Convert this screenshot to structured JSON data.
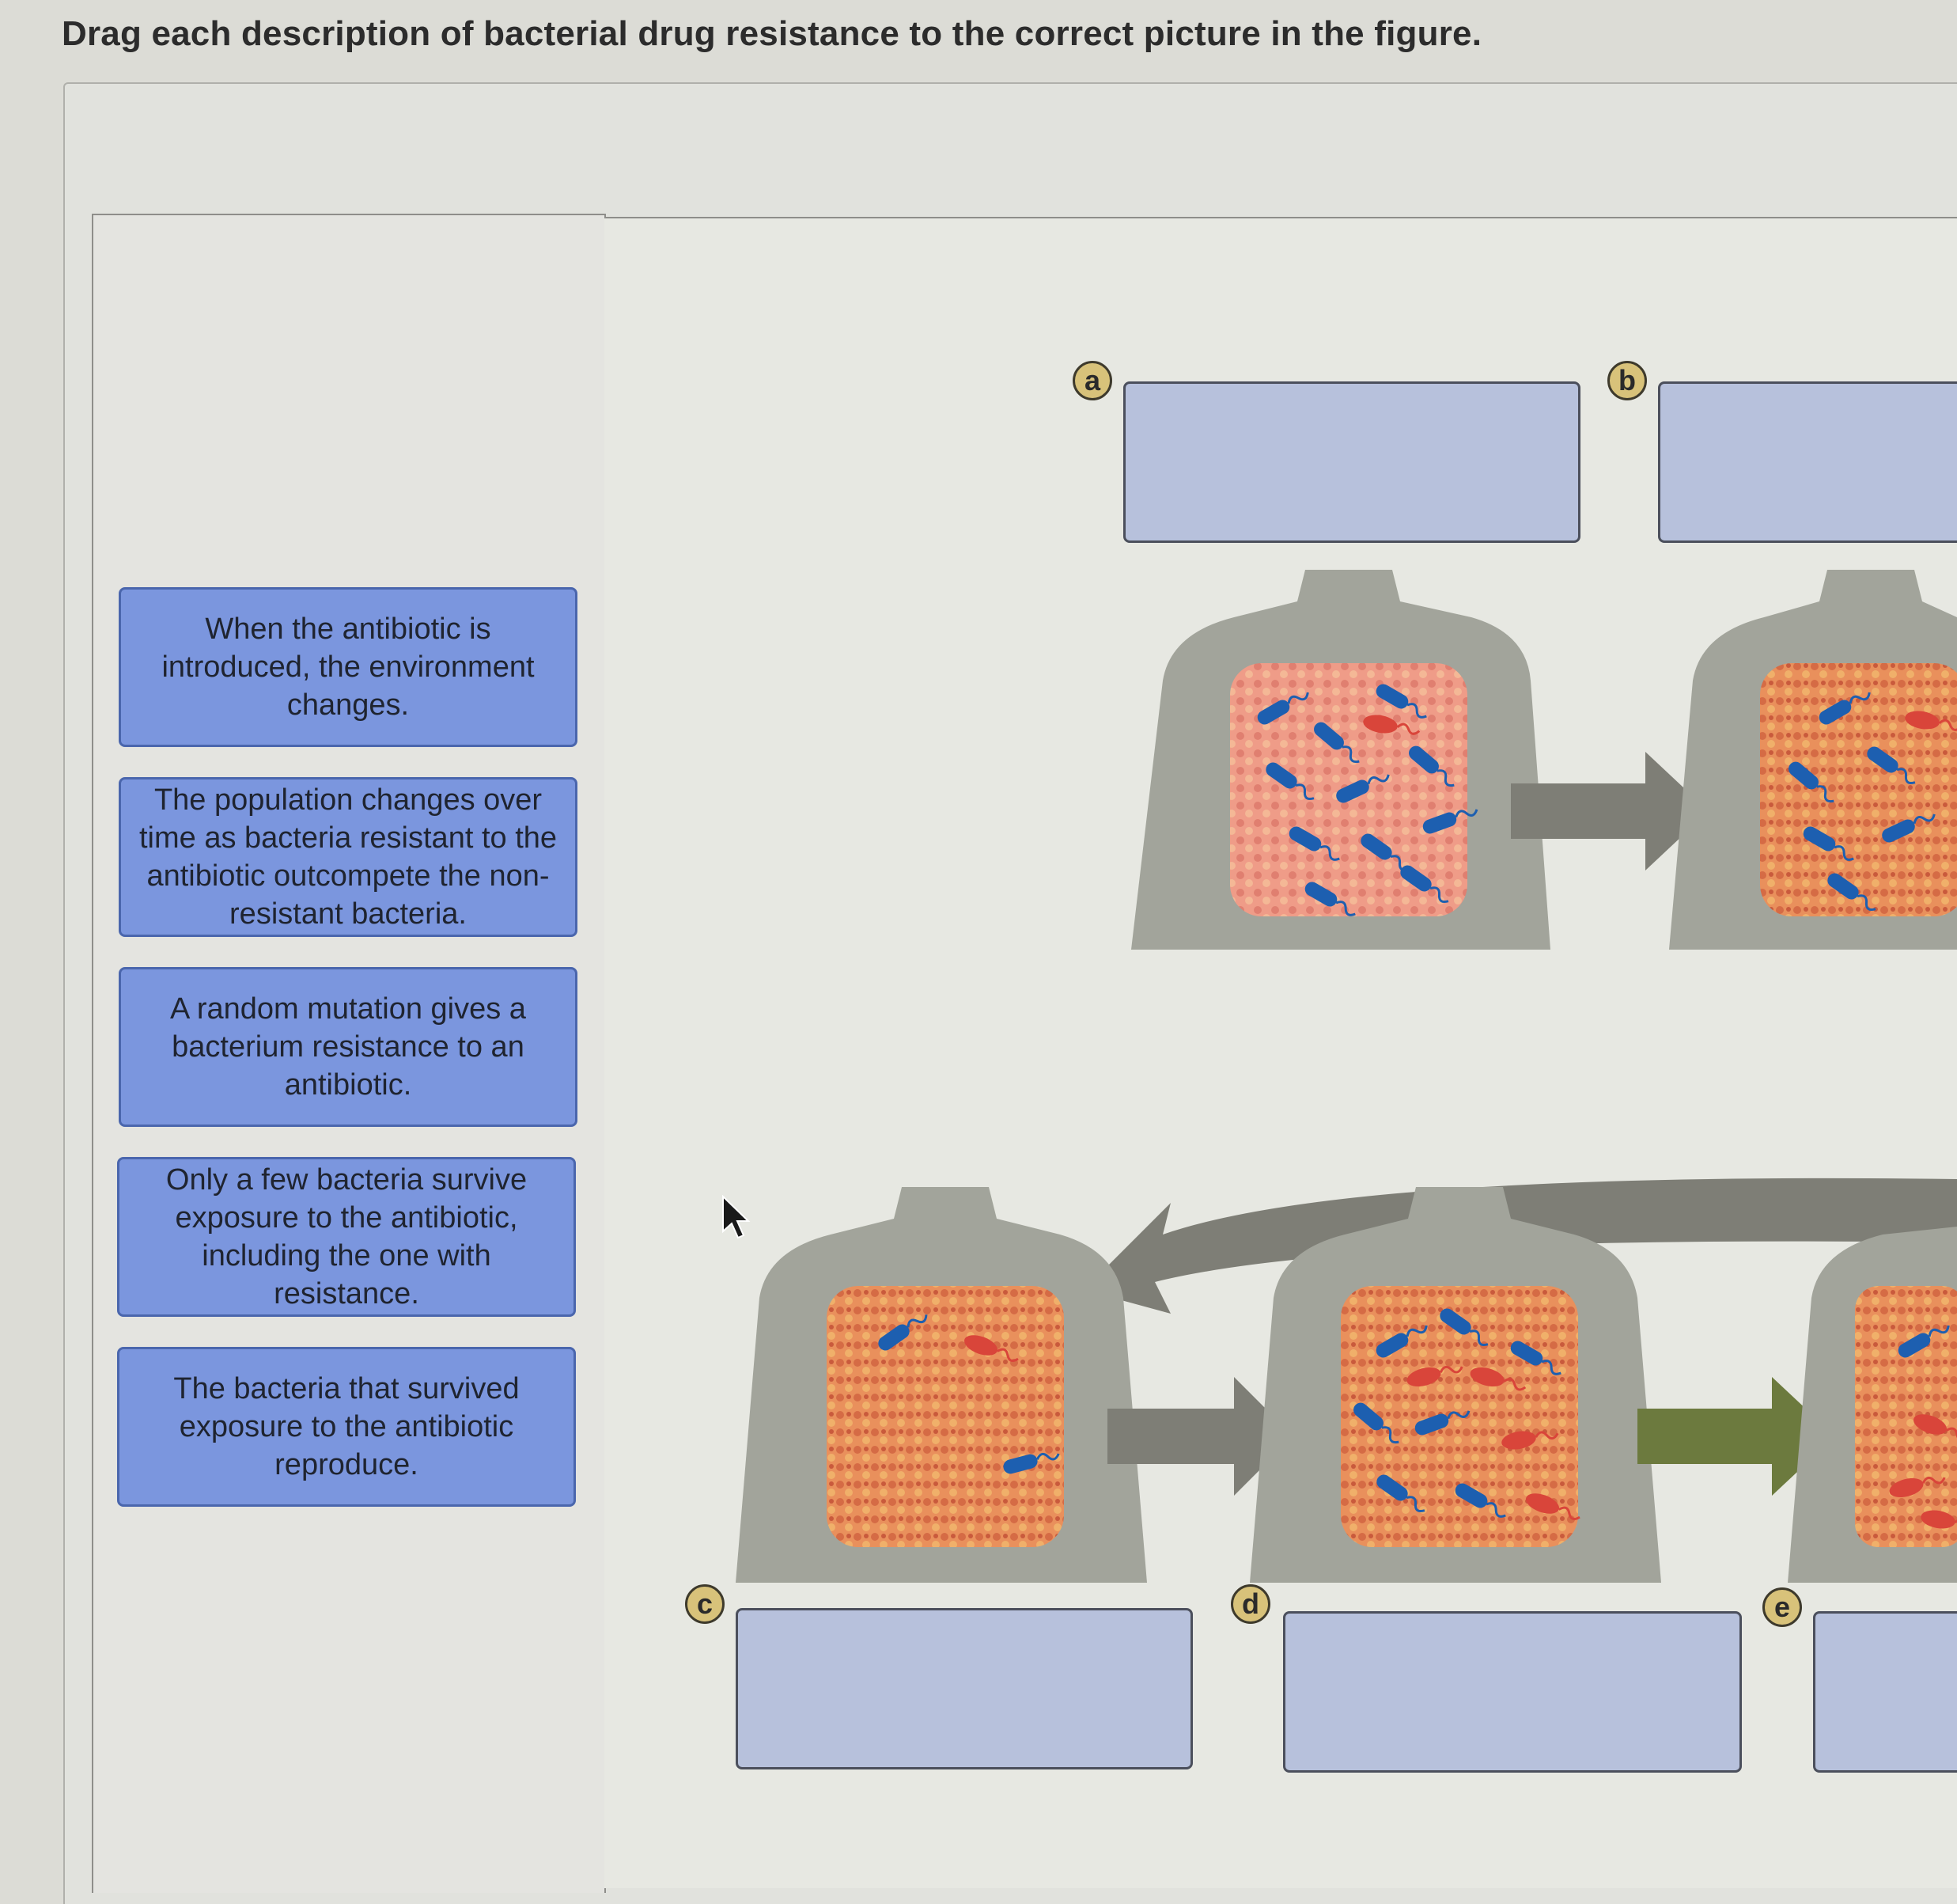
{
  "question": "Drag each description of bacterial drug resistance to the correct picture in the figure.",
  "labels": [
    "When the antibiotic is introduced, the environment changes.",
    "The population changes over time as bacteria resistant to the antibiotic outcompete the non-resistant bacteria.",
    "A random mutation gives a bacterium resistance to an antibiotic.",
    "Only a few bacteria survive exposure to the antibiotic, including the one with resistance.",
    "The bacteria that survived exposure to the antibiotic reproduce."
  ],
  "steps": [
    "a",
    "b",
    "c",
    "d",
    "e"
  ],
  "colors": {
    "card_fill": "#7b96de",
    "card_border": "#4a66ad",
    "drop_zone_fill": "#b7c1dc",
    "badge_fill": "#d8c27a",
    "bacteria_blue": "#1d5fb0",
    "bacteria_red": "#d9453a",
    "arrow_gray": "#7e7e76",
    "arrow_green": "#6c7a3e"
  }
}
